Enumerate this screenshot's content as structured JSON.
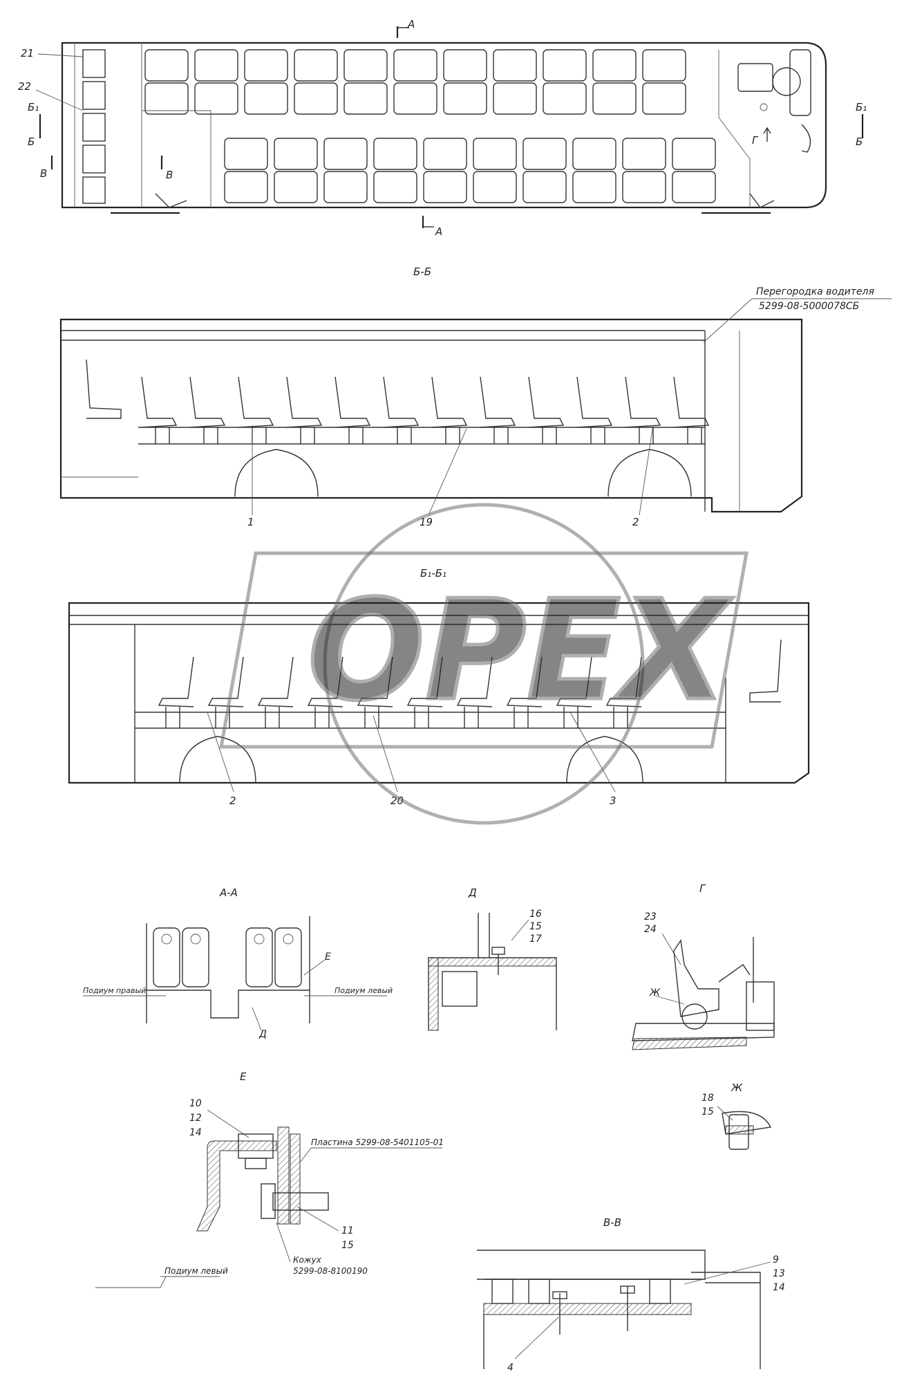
{
  "views": {
    "plan": {
      "section_a_top": "А",
      "section_a_bottom": "А",
      "section_b_left": "Б",
      "section_b1_left": "Б₁",
      "section_b_right": "Б",
      "section_b1_right": "Б₁",
      "section_v_left": "В",
      "section_v_inner": "В",
      "view_g": "Г",
      "callout_21": "21",
      "callout_22": "22"
    },
    "section_bb": {
      "title": "Б-Б",
      "partition_label": "Перегородка водителя",
      "partition_code": "5299-08-5000078СБ",
      "callouts": [
        "1",
        "19",
        "2"
      ]
    },
    "section_b1b1": {
      "title": "Б₁-Б₁",
      "callouts": [
        "2",
        "20",
        "3"
      ]
    },
    "section_aa": {
      "title": "А-А",
      "label_right_podium": "Подиум правый",
      "label_left_podium": "Подиум левый",
      "callout_e": "Е",
      "callout_d": "Д"
    },
    "detail_d": {
      "title": "Д",
      "callouts": [
        "16",
        "15",
        "17"
      ]
    },
    "view_g": {
      "title": "Г",
      "callouts": [
        "23",
        "24"
      ],
      "callout_zh": "Ж"
    },
    "detail_e": {
      "title": "Е",
      "callouts_top": [
        "10",
        "12",
        "14"
      ],
      "plate_label": "Пластина 5299-08-5401105-01",
      "callouts_bottom": [
        "11",
        "15"
      ],
      "cover_label": "Кожух",
      "cover_code": "5299-08-8100190",
      "podium_label": "Подиум левый"
    },
    "detail_zh": {
      "title": "Ж",
      "callouts": [
        "18",
        "15"
      ]
    },
    "section_vv": {
      "title": "В-В",
      "callouts_right": [
        "9",
        "13",
        "14"
      ],
      "callout_bottom": "4"
    }
  },
  "watermark": {
    "text": "OPEX",
    "icon": "gear-logo-watermark"
  }
}
